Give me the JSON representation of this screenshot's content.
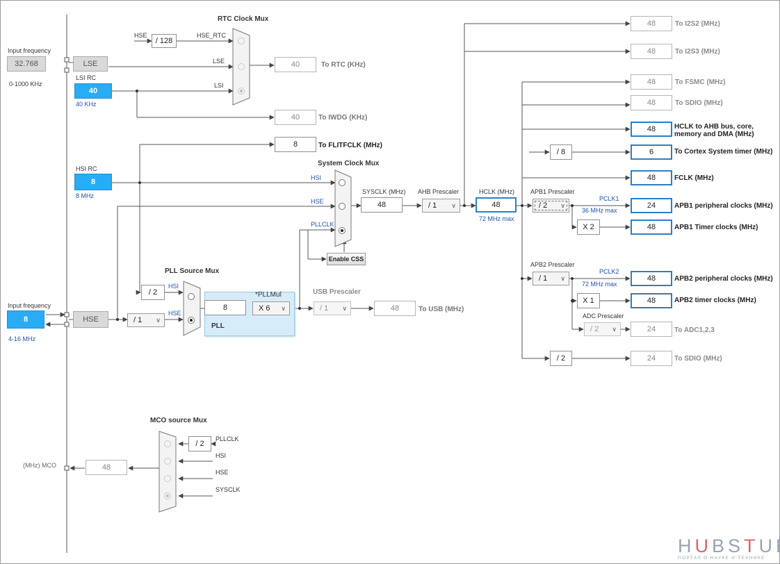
{
  "headers": {
    "rtc_mux": "RTC Clock Mux",
    "system_clock_mux": "System Clock Mux",
    "pll_source_mux": "PLL Source Mux",
    "mco_source_mux": "MCO source Mux",
    "usb_prescaler": "USB Prescaler"
  },
  "lse": {
    "input_label": "Input frequency",
    "value": "32.768",
    "range": "0-1000 KHz",
    "block": "LSE"
  },
  "lsi": {
    "label": "LSI RC",
    "value": "40",
    "unit": "40 KHz"
  },
  "hsi": {
    "label": "HSI RC",
    "value": "8",
    "unit": "8 MHz"
  },
  "hse": {
    "input_label": "Input frequency",
    "value": "8",
    "range": "4-16 MHz",
    "block": "HSE"
  },
  "rtc": {
    "hse_label": "HSE",
    "div128": "/ 128",
    "hse_rtc": "HSE_RTC",
    "lse": "LSE",
    "lsi": "LSI",
    "out_value": "40",
    "out_label": "To RTC (KHz)",
    "iwdg_value": "40",
    "iwdg_label": "To IWDG (KHz)"
  },
  "flitf": {
    "value": "8",
    "label": "To FLITFCLK (MHz)"
  },
  "sysclk_mux": {
    "hsi": "HSI",
    "hse": "HSE",
    "pllclk": "PLLCLK",
    "css_button": "Enable CSS"
  },
  "sysclk": {
    "label": "SYSCLK (MHz)",
    "value": "48"
  },
  "ahb": {
    "label": "AHB Prescaler",
    "value": "/ 1"
  },
  "hclk": {
    "label": "HCLK (MHz)",
    "value": "48",
    "max": "72 MHz max"
  },
  "pll_source": {
    "div2": "/ 2",
    "hsi": "HSI",
    "hse": "HSE",
    "hse_prediv": "/ 1"
  },
  "pll": {
    "title": "PLL",
    "value": "8",
    "mul_label": "*PLLMul",
    "mul": "X 6"
  },
  "usb": {
    "prescaler": "/ 1",
    "value": "48",
    "label": "To USB (MHz)"
  },
  "outputs": {
    "i2s2": {
      "value": "48",
      "label": "To I2S2 (MHz)"
    },
    "i2s3": {
      "value": "48",
      "label": "To I2S3 (MHz)"
    },
    "fsmc": {
      "value": "48",
      "label": "To FSMC (MHz)"
    },
    "sdio": {
      "value": "48",
      "label": "To SDIO (MHz)"
    },
    "hclk_ahb": {
      "value": "48",
      "label_line1": "HCLK to AHB bus, core,",
      "label_line2": "memory and DMA (MHz)"
    },
    "cortex": {
      "div": "/ 8",
      "value": "6",
      "label": "To Cortex System timer (MHz)"
    },
    "fclk": {
      "value": "48",
      "label": "FCLK (MHz)"
    }
  },
  "apb1": {
    "label": "APB1 Prescaler",
    "value": "/ 2",
    "pclk": "PCLK1",
    "max": "36 MHz max",
    "periph_value": "24",
    "periph_label": "APB1 peripheral clocks (MHz)",
    "timer_mul": "X 2",
    "timer_value": "48",
    "timer_label": "APB1 Timer clocks (MHz)"
  },
  "apb2": {
    "label": "APB2 Prescaler",
    "value": "/ 1",
    "pclk": "PCLK2",
    "max": "72 MHz max",
    "periph_value": "48",
    "periph_label": "APB2 peripheral clocks (MHz)",
    "timer_mul": "X 1",
    "timer_value": "48",
    "timer_label": "APB2 timer clocks (MHz)"
  },
  "adc": {
    "label": "ADC Prescaler",
    "value": "/ 2",
    "out_value": "24",
    "out_label": "To ADC1,2,3"
  },
  "sdio2": {
    "div": "/ 2",
    "value": "24",
    "label": "To SDIO (MHz)"
  },
  "mco": {
    "div2": "/ 2",
    "pllclk": "PLLCLK",
    "hsi": "HSI",
    "hse": "HSE",
    "sysclk": "SYSCLK",
    "value": "48",
    "label": "(MHz) MCO"
  },
  "watermark": {
    "brand": "HUBSTUB",
    "tagline": "ПОРТАЛ О НАУКЕ И ТЕХНИКЕ"
  },
  "colors": {
    "accent_cyan": "#29acf6",
    "highlight_border": "#2b7fc4",
    "pll_fill": "#d6ecf9",
    "wire": "#555555",
    "brand_red": "#e0636b",
    "brand_gray": "#9aa3ad"
  }
}
